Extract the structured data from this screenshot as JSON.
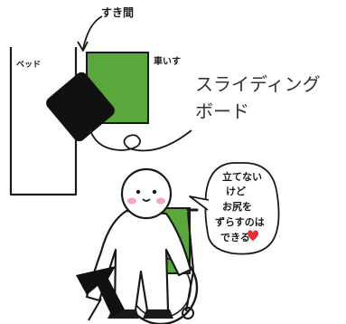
{
  "labels": {
    "gap": "すき間",
    "bed": "ベッド",
    "wheelchair": "車いす",
    "board_line1": "スライディング",
    "board_line2": "ボード"
  },
  "speech": {
    "line1": "立てない",
    "line2": "けど",
    "line3": "お尻を",
    "line4": "ずらすのは",
    "line5": "できる"
  },
  "colors": {
    "wheelchair_green": "#5aa83c",
    "board_black": "#111111",
    "heart_red": "#e0303a",
    "cheek_pink": "#f4a7b5"
  }
}
